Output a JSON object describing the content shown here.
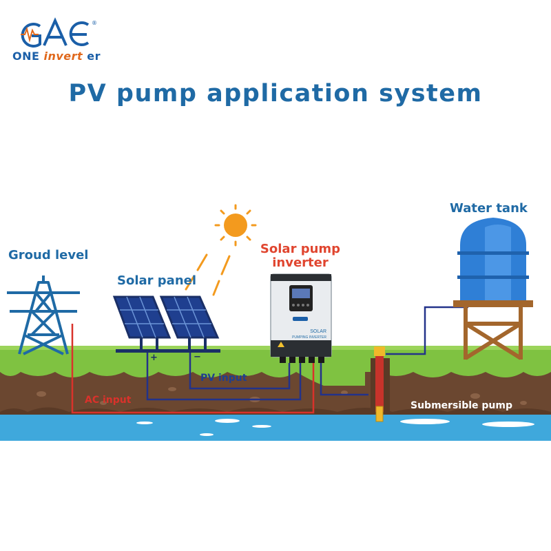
{
  "logo": {
    "mark": "GAE",
    "registered": "®",
    "tagline_a": "ONE ",
    "tagline_b": "invert",
    "tagline_c": " er"
  },
  "title": "PV pump application system",
  "labels": {
    "ground_level": "Groud level",
    "solar_panel": "Solar panel",
    "inverter_line1": "Solar pump",
    "inverter_line2": "inverter",
    "water_tank": "Water tank",
    "pv_input": "PV input",
    "ac_input": "AC input",
    "submersible_pump": "Submersible pump",
    "plus": "+",
    "minus": "−"
  },
  "inverter": {
    "brand_top": "SOLAR",
    "brand_bottom": "PUMPING INVERTER"
  },
  "colors": {
    "brand_blue": "#1f6aa5",
    "label_red": "#e0452f",
    "grass": "#7fc241",
    "soil": "#6b4730",
    "water": "#3fa8dc",
    "tank_blue": "#2f7fd6",
    "ac_wire": "#d9322b",
    "pv_wire": "#23328a"
  },
  "icons": [
    "sun-icon",
    "power-tower-icon",
    "solar-panel-icon",
    "inverter-icon",
    "water-tank-icon",
    "pump-icon"
  ]
}
